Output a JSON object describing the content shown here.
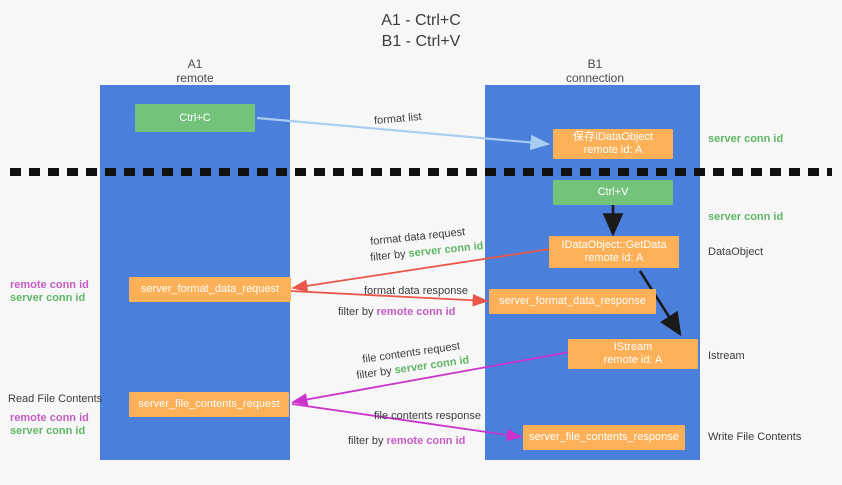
{
  "title": {
    "line1": "A1 - Ctrl+C",
    "line2": "B1 - Ctrl+V"
  },
  "lanes": [
    {
      "id": "a1",
      "name": "A1",
      "subtitle": "remote"
    },
    {
      "id": "b1",
      "name": "B1",
      "subtitle": "connection"
    }
  ],
  "nodes": {
    "ctrl_c": {
      "line1": "Ctrl+C",
      "line2": "",
      "color": "#74c37a"
    },
    "save_idataobject": {
      "line1": "保存IDataObject",
      "line2": "remote id: A",
      "color": "#fcb057"
    },
    "ctrl_v": {
      "line1": "Ctrl+V",
      "line2": "",
      "color": "#74c37a"
    },
    "idataobject_getdata": {
      "line1": "IDataObject::GetData",
      "line2": "remote id: A",
      "color": "#fcb057"
    },
    "server_format_data_request": {
      "line1": "server_format_data_request",
      "line2": "",
      "color": "#fcb057"
    },
    "server_format_data_response": {
      "line1": "server_format_data_response",
      "line2": "",
      "color": "#fcb057"
    },
    "istream": {
      "line1": "IStream",
      "line2": "remote id: A",
      "color": "#fcb057"
    },
    "server_file_contents_request": {
      "line1": "server_file_contents_request",
      "line2": "",
      "color": "#fcb057"
    },
    "server_file_contents_response": {
      "line1": "server_file_contents_response",
      "line2": "",
      "color": "#fcb057"
    }
  },
  "edge_labels": {
    "format_list": "format list",
    "format_data_request": "format data request",
    "format_data_request_filter_prefix": "filter by ",
    "format_data_request_filter_key": "server conn id",
    "format_data_response": "format data response",
    "format_data_response_filter_prefix": "filter by ",
    "format_data_response_filter_key": "remote conn id",
    "file_contents_request": "file contents request",
    "file_contents_request_filter_prefix": "filter by ",
    "file_contents_request_filter_key": "server conn id",
    "file_contents_response": "file contents response",
    "file_contents_response_filter_prefix": "filter by ",
    "file_contents_response_filter_key": "remote conn id"
  },
  "annotations": {
    "right_server_conn_id_top": "server conn id",
    "right_server_conn_id_mid": "server conn id",
    "right_dataobject": "DataObject",
    "right_istream": "Istream",
    "right_write_file_contents": "Write File Contents",
    "left_remote_conn_id_1": "remote conn id",
    "left_server_conn_id_1": "server conn id",
    "left_read_file_contents": "Read File Contents",
    "left_remote_conn_id_2": "remote conn id",
    "left_server_conn_id_2": "server conn id"
  },
  "colors": {
    "lane": "#4a7fdb",
    "green_node": "#74c37a",
    "orange_node": "#fcb057",
    "green_text": "#5fb665",
    "purple_text": "#c45cc4",
    "arrow_blue": "#a8cdf0",
    "arrow_red": "#e8574a",
    "arrow_magenta": "#cc33cc",
    "arrow_black": "#1a1a1a",
    "background": "#f7f7f7",
    "divider": "#111111"
  }
}
